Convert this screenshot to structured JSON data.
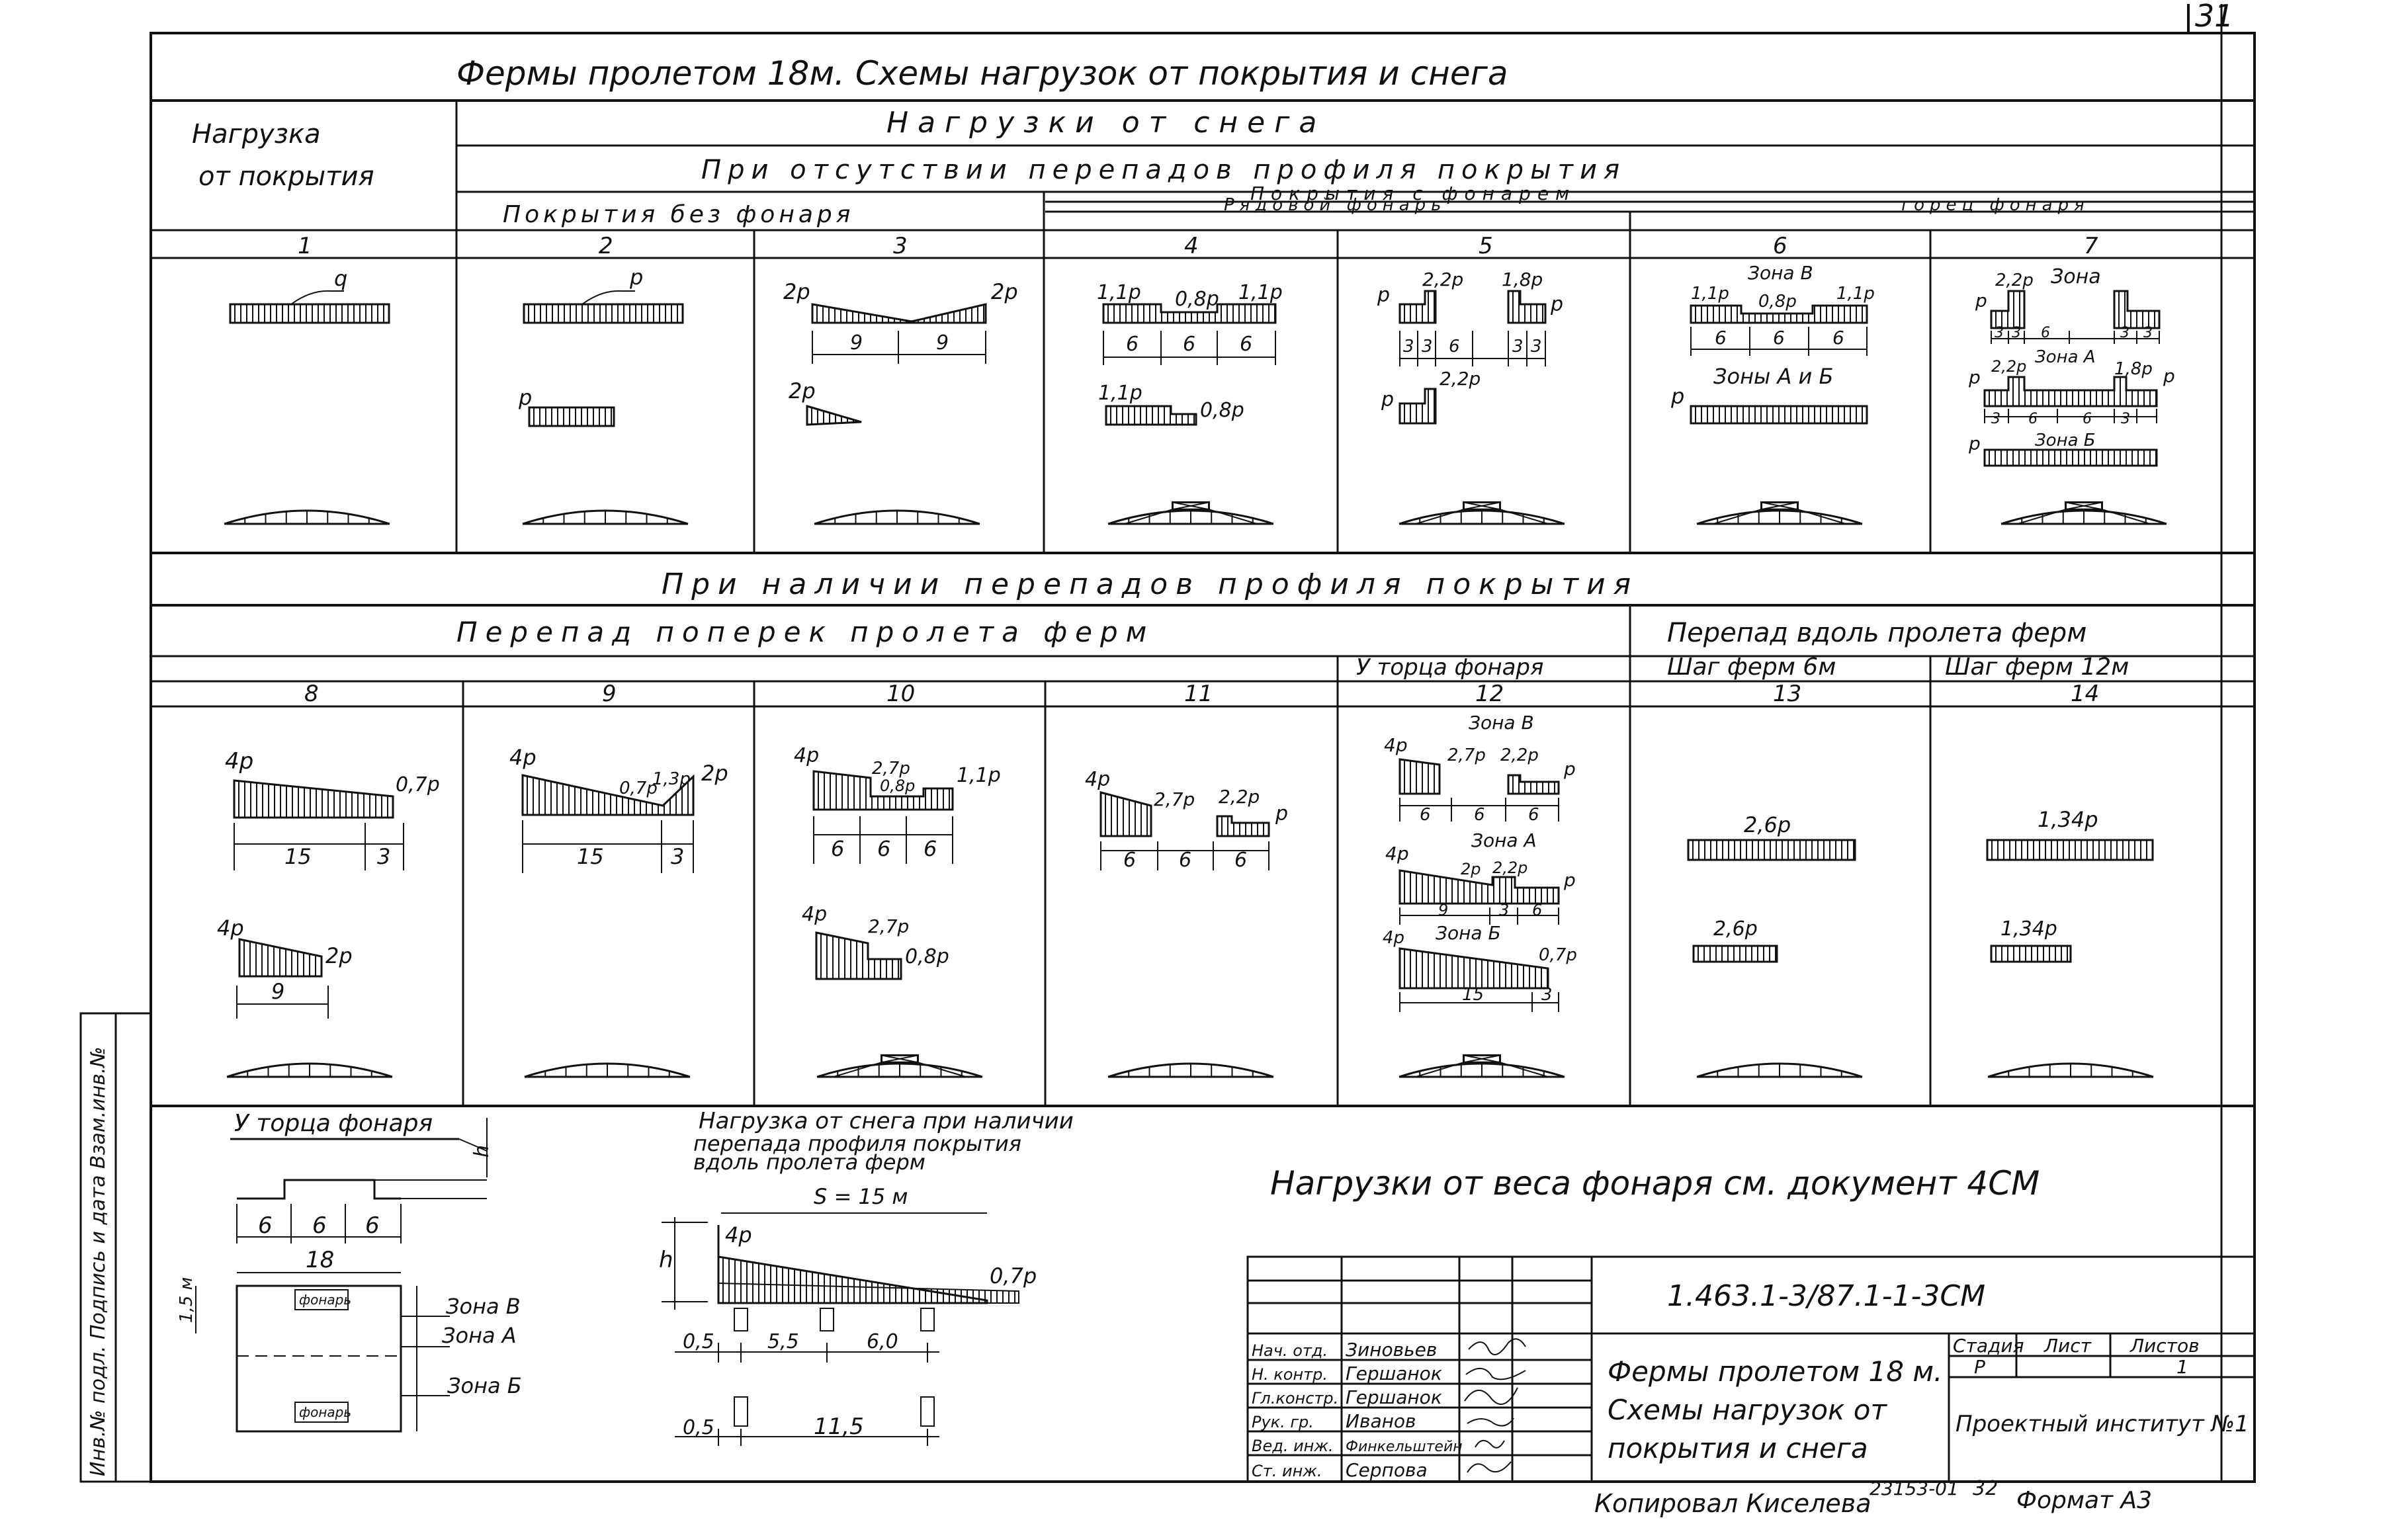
{
  "page_number": "31",
  "title": "Фермы пролетом 18м. Схемы нагрузок от покрытия и снега",
  "header": {
    "roof_load": [
      "Нагрузка",
      "от покрытия"
    ],
    "snow_loads": "Нагрузки от снега",
    "no_drops": "При отсутствии перепадов профиля покрытия",
    "no_lantern": "Покрытия без фонаря",
    "with_lantern": "Покрытия с фонарем",
    "row_lantern": "Рядовой фонарь",
    "lantern_end": "торец фонаря",
    "with_drops": "При наличии перепадов профиля покрытия",
    "drop_across": "Перепад поперек пролета ферм",
    "drop_along": "Перепад вдоль пролета ферм",
    "at_lantern_end": "У торца фонаря",
    "step6": "Шаг ферм 6м",
    "step12": "Шаг ферм 12м"
  },
  "cells": {
    "c1": {
      "num": "1",
      "load": "q"
    },
    "c2": {
      "num": "2",
      "p1": "p",
      "p2": "p"
    },
    "c3": {
      "num": "3",
      "l1": "2p",
      "l2": "2p",
      "d1": "9",
      "d2": "9",
      "l3": "2p"
    },
    "c4": {
      "num": "4",
      "l1": "1,1p",
      "l2": "0,8p",
      "l3": "1,1p",
      "d1": "6",
      "d2": "6",
      "d3": "6",
      "l4": "1,1p",
      "l5": "0,8p"
    },
    "c5": {
      "num": "5",
      "l1": "p",
      "l2": "2,2p",
      "l3": "1,8p",
      "l4": "p",
      "d1": "3",
      "d2": "3",
      "d3": "6",
      "d4": "3",
      "d5": "3",
      "l5": "p",
      "l6": "2,2p"
    },
    "c6": {
      "num": "6",
      "zone": "Зона В",
      "l1": "1,1p",
      "l2": "0,8p",
      "l3": "1,1p",
      "d1": "6",
      "d2": "6",
      "d3": "6",
      "zone2": "Зоны А и Б",
      "l4": "p"
    },
    "c7": {
      "num": "7",
      "l1": "p",
      "l2": "2,2p",
      "zone": "Зона",
      "d1": "3",
      "d2": "3",
      "d3": "6",
      "d4": "3",
      "d5": "3",
      "l3": "p",
      "l4": "2,2p",
      "zone2": "Зона А",
      "l5": "1,8p",
      "l6": "p",
      "d6": "3",
      "d7": "6",
      "d8": "6",
      "d9": "3",
      "l7": "p",
      "zone3": "Зона Б"
    },
    "c8": {
      "num": "8",
      "l1": "4p",
      "l2": "0,7p",
      "d1": "15",
      "d2": "3",
      "l3": "4p",
      "l4": "2p",
      "d3": "9"
    },
    "c9": {
      "num": "9",
      "l1": "4p",
      "l2": "0,7p",
      "l3": "1,3p",
      "l4": "2p",
      "d1": "15",
      "d2": "3"
    },
    "c10": {
      "num": "10",
      "l1": "4p",
      "l2": "2,7p",
      "l3": "0,8p",
      "l4": "1,1p",
      "d1": "6",
      "d2": "6",
      "d3": "6",
      "l5": "4p",
      "l6": "2,7p",
      "l7": "0,8p"
    },
    "c11": {
      "num": "11",
      "l1": "4p",
      "l2": "2,7p",
      "l3": "2,2p",
      "l4": "p",
      "d1": "6",
      "d2": "6",
      "d3": "6"
    },
    "c12": {
      "num": "12",
      "zone1": "Зона В",
      "l1": "4p",
      "l2": "2,7p",
      "l3": "2,2p",
      "l4": "p",
      "d1": "6",
      "d2": "6",
      "d3": "6",
      "zone2": "Зона А",
      "l5": "4p",
      "l6": "2p",
      "l7": "2,2p",
      "l8": "p",
      "d4": "9",
      "d5": "3",
      "d6": "6",
      "zone3": "Зона Б",
      "l9": "4p",
      "l10": "0,7p",
      "d7": "15",
      "d8": "3"
    },
    "c13": {
      "num": "13",
      "l1": "2,6p",
      "l2": "2,6p"
    },
    "c14": {
      "num": "14",
      "l1": "1,34p",
      "l2": "1,34p"
    }
  },
  "detail_lantern": {
    "title": "У торца фонаря",
    "h": "h",
    "d1": "6",
    "d2": "6",
    "d3": "6",
    "total": "18",
    "side": "1,5 м",
    "lantern_label": "фонарь",
    "zoneB": "Зона В",
    "zoneA": "Зона А",
    "zoneS": "Зона Б"
  },
  "detail_drop": {
    "title": [
      "Нагрузка от снега при наличии",
      "перепада профиля покрытия",
      "вдоль пролета ферм"
    ],
    "s": "S = 15 м",
    "h": "h",
    "l1": "4p",
    "l2": "0,7p",
    "d1": "0,5",
    "d2": "5,5",
    "d3": "6,0",
    "d4": "0,5",
    "d5": "11,5"
  },
  "note": "Нагрузки от веса фонаря см. документ 4СМ",
  "stamp": {
    "code": "1.463.1-3/87.1-1-3СМ",
    "title": [
      "Фермы пролетом 18 м.",
      "Схемы нагрузок от",
      "покрытия и снега"
    ],
    "stage_h": "Стадия",
    "sheet_h": "Лист",
    "sheets_h": "Листов",
    "stage": "Р",
    "sheets": "1",
    "org": "Проектный институт №1",
    "roles": [
      "Нач. отд.",
      "Н. контр.",
      "Гл.констр.",
      "Рук. гр.",
      "Вед. инж.",
      "Ст. инж."
    ],
    "names": [
      "Зиновьев",
      "Гершанок",
      "Гершанок",
      "Иванов",
      "Финкельштейн",
      "Серпова"
    ]
  },
  "side_strip": "Инв.№ подл. Подпись и дата Взам.инв.№",
  "footer": {
    "copied": "Копировал Киселева",
    "number": "23153-01",
    "page": "32",
    "format": "Формат А3"
  }
}
